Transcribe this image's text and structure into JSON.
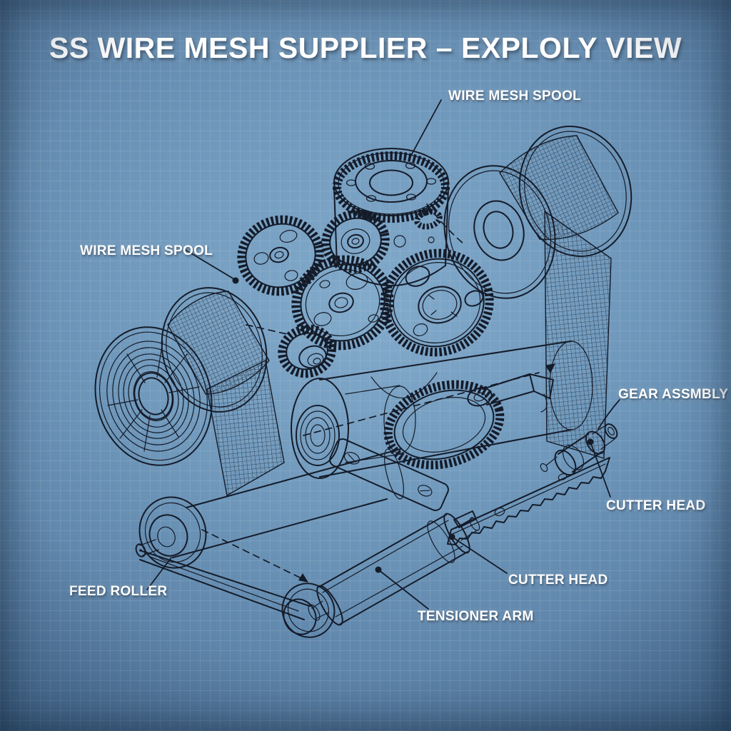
{
  "title": "SS WIRE MESH SUPPLIER – EXPLOLY VIEW",
  "labels": {
    "wire_mesh_spool_top": "WIRE MESH SPOOL",
    "wire_mesh_spool_left": "WIRE MESH SPOOL",
    "gear_assembly": "GEAR ASSMBLY",
    "cutter_head_right": "CUTTER HEAD",
    "cutter_head_middle": "CUTTER HEAD",
    "tensioner_arm": "TENSIONER ARM",
    "feed_roller": "FEED ROLLER"
  },
  "colors": {
    "bg-center": "#82aacb",
    "bg-edge": "#2e5078",
    "grid": "rgba(255,255,255,0.10)",
    "ink": "#141b29",
    "label": "#ffffff"
  }
}
